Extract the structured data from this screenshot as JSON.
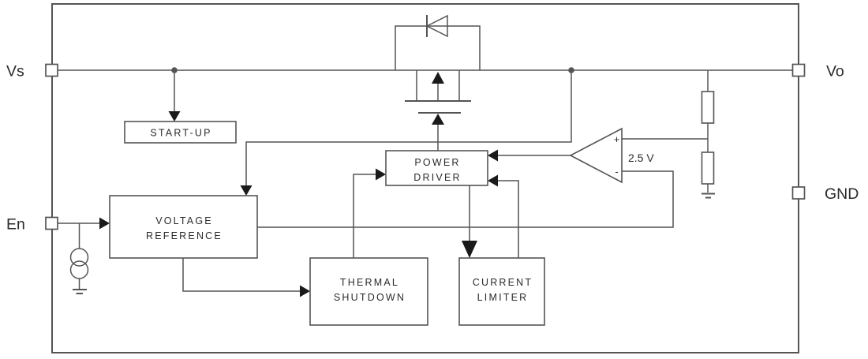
{
  "pins": {
    "vs": "Vs",
    "en": "En",
    "vo": "Vo",
    "gnd": "GND"
  },
  "blocks": {
    "startup": {
      "label": "START-UP"
    },
    "voltage_reference": {
      "line1": "VOLTAGE",
      "line2": "REFERENCE"
    },
    "power_driver": {
      "line1": "POWER",
      "line2": "DRIVER"
    },
    "thermal_shutdown": {
      "line1": "THERMAL",
      "line2": "SHUTDOWN"
    },
    "current_limiter": {
      "line1": "CURRENT",
      "line2": "LIMITER"
    }
  },
  "error_amplifier": {
    "noninverting_input": "+",
    "inverting_input": "-",
    "reference_voltage": "2.5 V"
  },
  "colors": {
    "wire": "#545454",
    "text": "#2b2b2b",
    "arrow": "#1a1a1a",
    "background": "#ffffff"
  }
}
